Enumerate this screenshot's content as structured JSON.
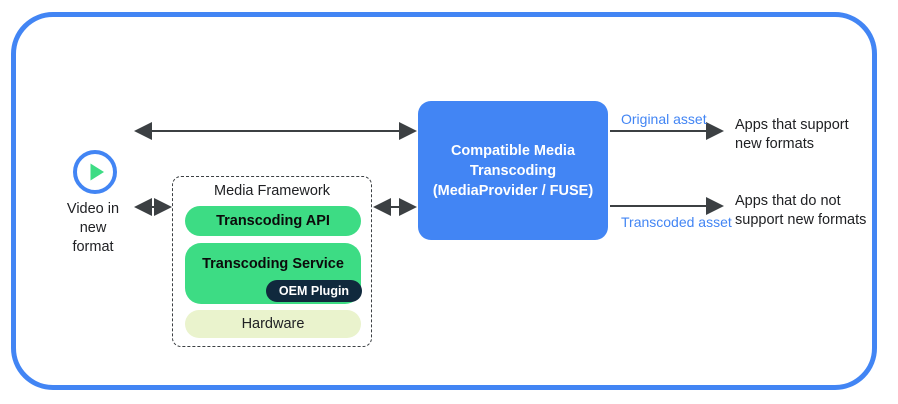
{
  "diagram": {
    "title_implicit": "Compatible Media Transcoding overview",
    "source": {
      "icon": "play-circle-icon",
      "label": "Video in\nnew\nformat",
      "label_lines": [
        "Video in",
        "new",
        "format"
      ]
    },
    "media_framework": {
      "title": "Media Framework",
      "blocks": [
        {
          "label": "Transcoding API",
          "color": "#3ddc84"
        },
        {
          "label": "Transcoding Service",
          "color": "#3ddc84"
        },
        {
          "label": "OEM Plugin",
          "color": "#10293d"
        },
        {
          "label": "Hardware",
          "color": "#eaf3cd"
        }
      ]
    },
    "center_box": {
      "line1": "Compatible Media",
      "line2": "Transcoding",
      "line3": "(MediaProvider / FUSE)",
      "text": "Compatible Media Transcoding (MediaProvider / FUSE)",
      "color": "#4285f4"
    },
    "outputs": [
      {
        "edge_label": "Original asset",
        "target_line1": "Apps that support",
        "target_line2": "new formats",
        "label_color": "#4285f4"
      },
      {
        "edge_label": "Transcoded asset",
        "target_line1": "Apps that do not",
        "target_line2": "support new formats",
        "label_color": "#4285f4"
      }
    ],
    "connectors": [
      {
        "name": "source-to-center-top",
        "type": "double-arrow"
      },
      {
        "name": "source-to-framework",
        "type": "double-arrow"
      },
      {
        "name": "framework-to-center",
        "type": "double-arrow"
      },
      {
        "name": "center-to-apps-support",
        "type": "single-arrow"
      },
      {
        "name": "center-to-apps-nosupport",
        "type": "single-arrow"
      }
    ],
    "colors": {
      "frame": "#4285f4",
      "accent_blue": "#4285f4",
      "green": "#3ddc84",
      "navy": "#10293d",
      "pale_green": "#eaf3cd",
      "arrow": "#3c4043",
      "text": "#202124"
    }
  }
}
